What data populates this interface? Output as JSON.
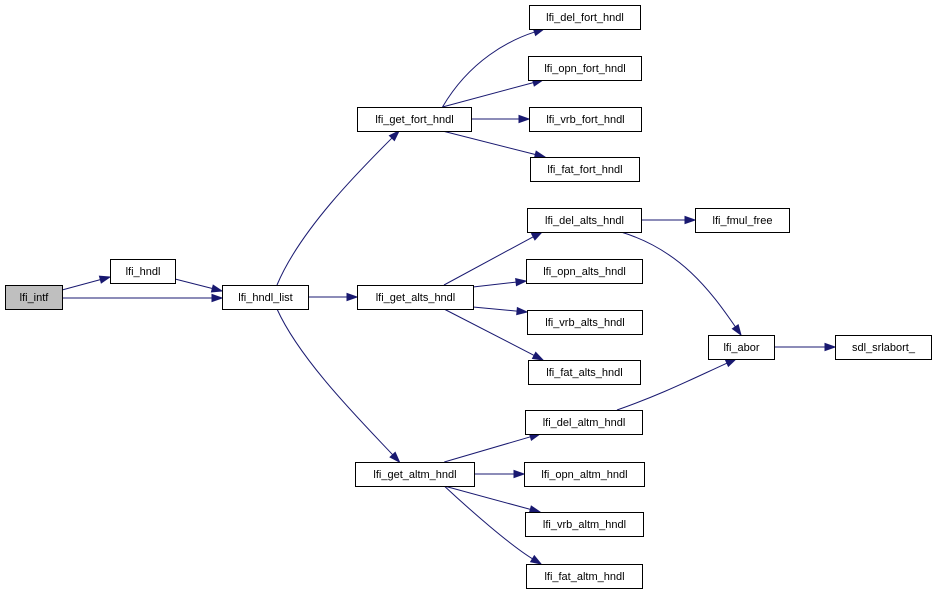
{
  "colors": {
    "edge": "#191970",
    "root_fill": "#bfbfbf",
    "node_fill": "#ffffff",
    "node_border": "#000000"
  },
  "nodes": [
    {
      "id": "lfi_intf",
      "label": "lfi_intf",
      "root": true
    },
    {
      "id": "lfi_hndl",
      "label": "lfi_hndl"
    },
    {
      "id": "lfi_hndl_list",
      "label": "lfi_hndl_list"
    },
    {
      "id": "lfi_get_fort_hndl",
      "label": "lfi_get_fort_hndl"
    },
    {
      "id": "lfi_get_alts_hndl",
      "label": "lfi_get_alts_hndl"
    },
    {
      "id": "lfi_get_altm_hndl",
      "label": "lfi_get_altm_hndl"
    },
    {
      "id": "lfi_del_fort_hndl",
      "label": "lfi_del_fort_hndl"
    },
    {
      "id": "lfi_opn_fort_hndl",
      "label": "lfi_opn_fort_hndl"
    },
    {
      "id": "lfi_vrb_fort_hndl",
      "label": "lfi_vrb_fort_hndl"
    },
    {
      "id": "lfi_fat_fort_hndl",
      "label": "lfi_fat_fort_hndl"
    },
    {
      "id": "lfi_del_alts_hndl",
      "label": "lfi_del_alts_hndl"
    },
    {
      "id": "lfi_opn_alts_hndl",
      "label": "lfi_opn_alts_hndl"
    },
    {
      "id": "lfi_vrb_alts_hndl",
      "label": "lfi_vrb_alts_hndl"
    },
    {
      "id": "lfi_fat_alts_hndl",
      "label": "lfi_fat_alts_hndl"
    },
    {
      "id": "lfi_del_altm_hndl",
      "label": "lfi_del_altm_hndl"
    },
    {
      "id": "lfi_opn_altm_hndl",
      "label": "lfi_opn_altm_hndl"
    },
    {
      "id": "lfi_vrb_altm_hndl",
      "label": "lfi_vrb_altm_hndl"
    },
    {
      "id": "lfi_fat_altm_hndl",
      "label": "lfi_fat_altm_hndl"
    },
    {
      "id": "lfi_fmul_free",
      "label": "lfi_fmul_free"
    },
    {
      "id": "lfi_abor",
      "label": "lfi_abor"
    },
    {
      "id": "sdl_srlabort_",
      "label": "sdl_srlabort_"
    }
  ],
  "edges": [
    {
      "from": "lfi_intf",
      "to": "lfi_hndl"
    },
    {
      "from": "lfi_intf",
      "to": "lfi_hndl_list"
    },
    {
      "from": "lfi_hndl",
      "to": "lfi_hndl_list"
    },
    {
      "from": "lfi_hndl_list",
      "to": "lfi_get_fort_hndl"
    },
    {
      "from": "lfi_hndl_list",
      "to": "lfi_get_alts_hndl"
    },
    {
      "from": "lfi_hndl_list",
      "to": "lfi_get_altm_hndl"
    },
    {
      "from": "lfi_get_fort_hndl",
      "to": "lfi_del_fort_hndl"
    },
    {
      "from": "lfi_get_fort_hndl",
      "to": "lfi_opn_fort_hndl"
    },
    {
      "from": "lfi_get_fort_hndl",
      "to": "lfi_vrb_fort_hndl"
    },
    {
      "from": "lfi_get_fort_hndl",
      "to": "lfi_fat_fort_hndl"
    },
    {
      "from": "lfi_get_alts_hndl",
      "to": "lfi_del_alts_hndl"
    },
    {
      "from": "lfi_get_alts_hndl",
      "to": "lfi_opn_alts_hndl"
    },
    {
      "from": "lfi_get_alts_hndl",
      "to": "lfi_vrb_alts_hndl"
    },
    {
      "from": "lfi_get_alts_hndl",
      "to": "lfi_fat_alts_hndl"
    },
    {
      "from": "lfi_get_altm_hndl",
      "to": "lfi_del_altm_hndl"
    },
    {
      "from": "lfi_get_altm_hndl",
      "to": "lfi_opn_altm_hndl"
    },
    {
      "from": "lfi_get_altm_hndl",
      "to": "lfi_vrb_altm_hndl"
    },
    {
      "from": "lfi_get_altm_hndl",
      "to": "lfi_fat_altm_hndl"
    },
    {
      "from": "lfi_del_alts_hndl",
      "to": "lfi_fmul_free"
    },
    {
      "from": "lfi_del_alts_hndl",
      "to": "lfi_abor"
    },
    {
      "from": "lfi_del_altm_hndl",
      "to": "lfi_abor"
    },
    {
      "from": "lfi_abor",
      "to": "sdl_srlabort_"
    }
  ]
}
